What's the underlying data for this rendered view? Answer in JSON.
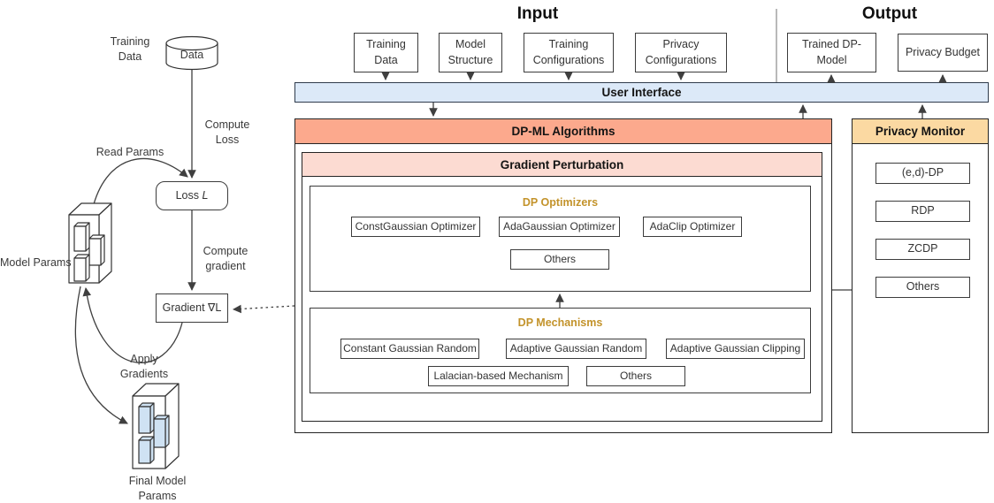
{
  "sections": {
    "input": {
      "title": "Input",
      "boxes": [
        "Training Data",
        "Model Structure",
        "Training Configurations",
        "Privacy Configurations"
      ]
    },
    "output": {
      "title": "Output",
      "boxes": [
        "Trained DP-Model",
        "Privacy Budget"
      ]
    },
    "user_interface": {
      "label": "User Interface"
    },
    "dpml": {
      "title": "DP-ML Algorithms",
      "gradient_perturbation": {
        "title": "Gradient Perturbation",
        "dp_optimizers": {
          "title": "DP Optimizers",
          "boxes": [
            "ConstGaussian Optimizer",
            "AdaGaussian Optimizer",
            "AdaClip Optimizer"
          ],
          "others": "Others"
        },
        "dp_mechanisms": {
          "title": "DP Mechanisms",
          "row1": [
            "Constant Gaussian Random",
            "Adaptive Gaussian Random",
            "Adaptive Gaussian Clipping"
          ],
          "row2": [
            "Lalacian-based Mechanism",
            "Others"
          ]
        }
      }
    },
    "privacy_monitor": {
      "title": "Privacy Monitor",
      "boxes": [
        "(e,d)-DP",
        "RDP",
        "ZCDP",
        "Others"
      ]
    }
  },
  "training_flow": {
    "training_data_label": "Training Data",
    "datastore_label": "Data",
    "compute_loss_label": "Compute Loss",
    "read_params_label": "Read Params",
    "loss_prefix": "Loss",
    "loss_var": "L",
    "compute_gradient_label": "Compute gradient",
    "gradient_prefix": "Gradient",
    "gradient_var": "∇L",
    "model_params_label": "Model Params",
    "apply_gradients_label": "Apply Gradients",
    "final_model_label": "Final Model Params"
  },
  "colors": {
    "ui_bar_fill": "#dce9f8",
    "dpml_header_fill": "#fca98d",
    "gradient_perturbation_fill": "#fcdbd2",
    "privacy_monitor_fill": "#fbd9a2",
    "gold_text": "#c3932b",
    "param_block_fill": "#cfe2f3"
  }
}
